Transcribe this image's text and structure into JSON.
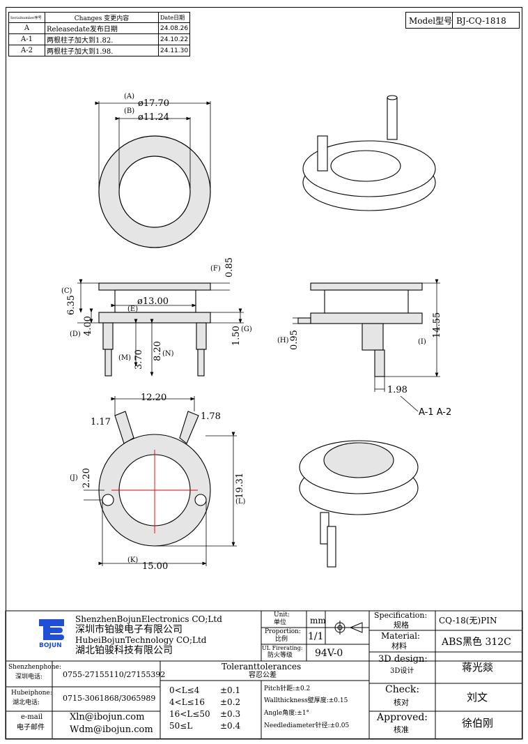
{
  "revision": {
    "headers": [
      "Serialnumber序号",
      "Changes 变更内容",
      "Date日期"
    ],
    "rows": [
      [
        "A",
        "Releasedate发布日期",
        "24.08.26"
      ],
      [
        "A-1",
        "两根柱子加大到1.82.",
        "24.10.22"
      ],
      [
        "A-2",
        "两根柱子加大到1.98.",
        "24.11.30"
      ]
    ]
  },
  "model": {
    "label": "Model型号",
    "value": "BJ-CQ-1818"
  },
  "dims": {
    "A_tag": "(A)",
    "A": "ø17.70",
    "B_tag": "(B)",
    "B": "ø11.24",
    "C_tag": "(C)",
    "C": "6.35",
    "D_tag": "(D)",
    "D": "4.00",
    "E_tag": "(E)",
    "E": "ø13.00",
    "F_tag": "(F)",
    "F": "0.85",
    "G_tag": "(G)",
    "G": "1.50",
    "H_tag": "(H)",
    "H": "0.95",
    "I_tag": "(I)",
    "I": "14.55",
    "J_tag": "(J)",
    "J": "2.20",
    "K_tag": "(K)",
    "K": "15.00",
    "L_tag": "(L)",
    "L": "19.31",
    "M_tag": "(M)",
    "M": "3.70",
    "N_tag": "(N)",
    "N": "8.20",
    "pin": "1.98",
    "rev_note": "A-1  A-2",
    "w1220": "12.20",
    "d117": "1.17",
    "d178": "1.78"
  },
  "company": {
    "name_en": "ShenzhenBojunElectronics CO;Ltd",
    "name_cn": "深圳市铂骏电子有限公司",
    "name2_en": "HubeiBojunTechnology CO;Ltd",
    "name2_cn": "湖北铂骏科技有限公司",
    "logo_text": "BOJUN"
  },
  "contacts": [
    {
      "label_en": "Shenzhenphone:",
      "label_cn": "深圳电话:",
      "value": "0755-27155110/27155392"
    },
    {
      "label_en": "Hubeiphone:",
      "label_cn": "湖北电话:",
      "value": "0715-3061868/3065989"
    },
    {
      "label_en": "e-mail",
      "label_cn": "电子邮件",
      "value": "Xln@ibojun.com",
      "value2": "Wdm@ibojun.com"
    }
  ],
  "unit": {
    "label": "Unit:",
    "label_cn": "单位",
    "value": "mm"
  },
  "proportion": {
    "label": "Proportion:",
    "label_cn": "比例",
    "value": "1/1"
  },
  "firerating": {
    "label": "UL Firerating:",
    "label_cn": "防火等级",
    "value": "94V-0"
  },
  "tolerance": {
    "title": "Toleranttolerances",
    "title_cn": "容忍公差",
    "ranges": [
      [
        "0<L≤4",
        "±0.1"
      ],
      [
        "4<L≤16",
        "±0.2"
      ],
      [
        "16<L≤50",
        "±0.3"
      ],
      [
        "50≤L",
        "±0.4"
      ]
    ],
    "notes": [
      "Pitch针距:±0.2",
      "Wallthickness壁厚度:±0.15",
      "Angle角度:±1°",
      "Needlediameter针径:±0.05"
    ]
  },
  "spec": {
    "label": "Specification:",
    "label_cn": "规格",
    "value": "CQ-18(无)PIN"
  },
  "material": {
    "label": "Material:",
    "label_cn": "材料",
    "value": "ABS黑色 312C"
  },
  "design": {
    "label": "3D design:",
    "label_cn": "3D设计",
    "value": "蒋光燚"
  },
  "check": {
    "label": "Check:",
    "label_cn": "核对",
    "value": "刘文"
  },
  "approved": {
    "label": "Approved:",
    "label_cn": "核准",
    "value": "徐伯刚"
  },
  "colors": {
    "logo_blue": "#1f4fd6",
    "centerline": "#e00000"
  }
}
